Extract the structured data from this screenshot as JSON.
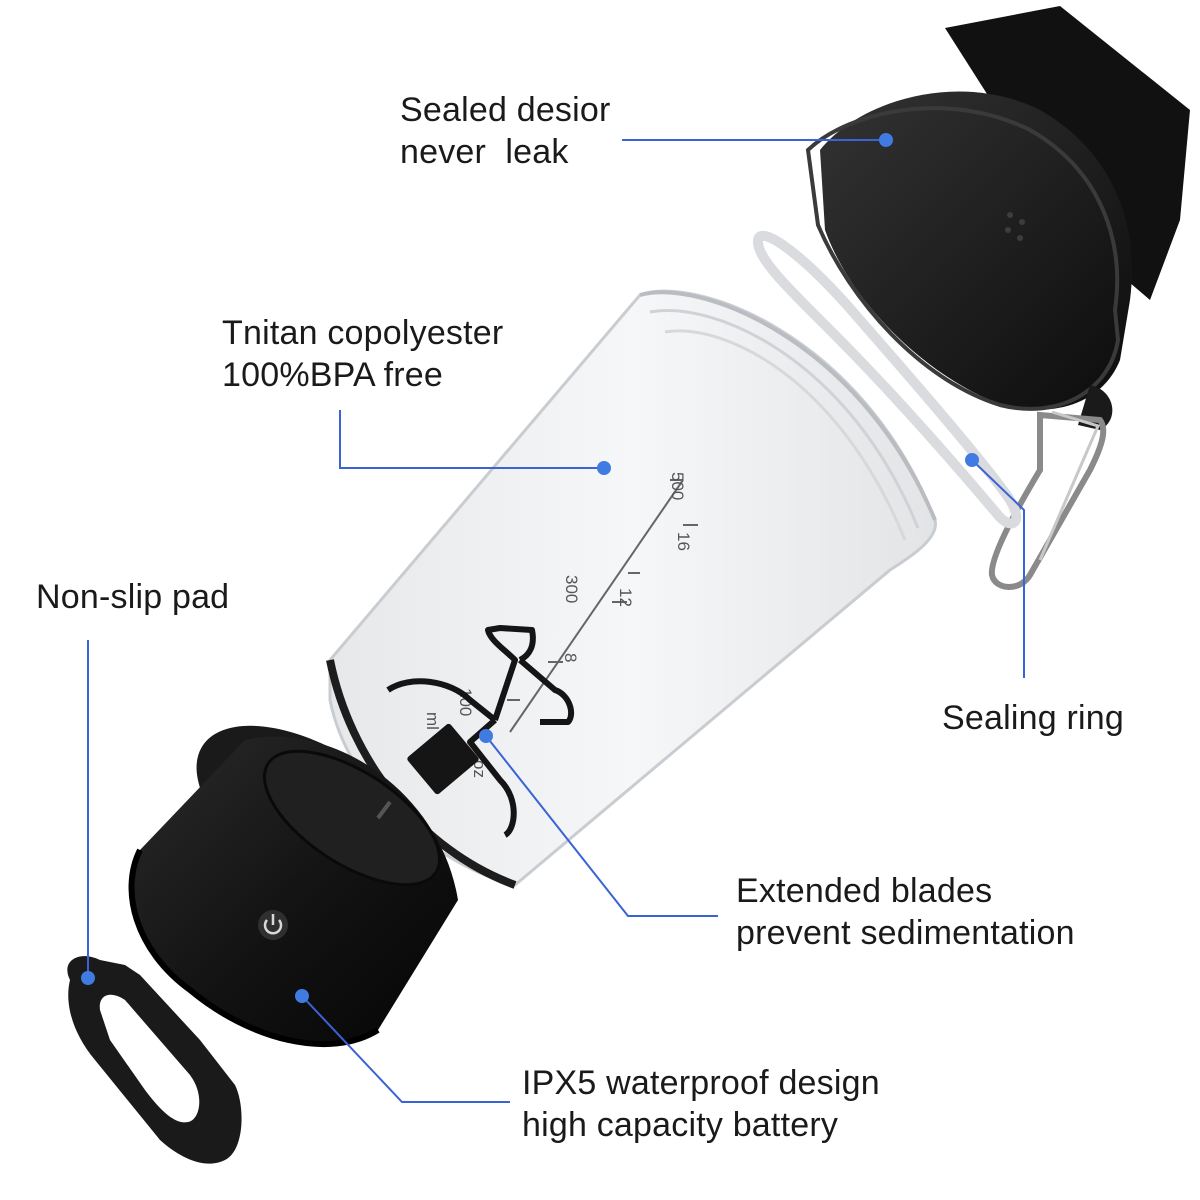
{
  "callouts": {
    "lid": {
      "line1": "Sealed desior",
      "line2": "never  leak"
    },
    "cup": {
      "line1": "Tnitan copolyester",
      "line2": "100%BPA free"
    },
    "pad": {
      "line1": "Non-slip pad"
    },
    "ring": {
      "line1": "Sealing ring"
    },
    "blade": {
      "line1": "Extended blades",
      "line2": "prevent sedimentation"
    },
    "base": {
      "line1": "IPX5 waterproof design",
      "line2": "high capacity battery"
    }
  },
  "cup_scale": {
    "ml_marks": [
      "500",
      "300",
      "100"
    ],
    "oz_marks": [
      "16",
      "12",
      "8"
    ],
    "ml_unit": "ml",
    "oz_unit": "oz"
  },
  "colors": {
    "callout_line": "#3a63d6",
    "callout_dot": "#3f7be0",
    "body_black": "#151515",
    "cup_clear": "#eef0f2",
    "text": "#1a1a1a"
  },
  "icons": {
    "power": "power-icon"
  }
}
